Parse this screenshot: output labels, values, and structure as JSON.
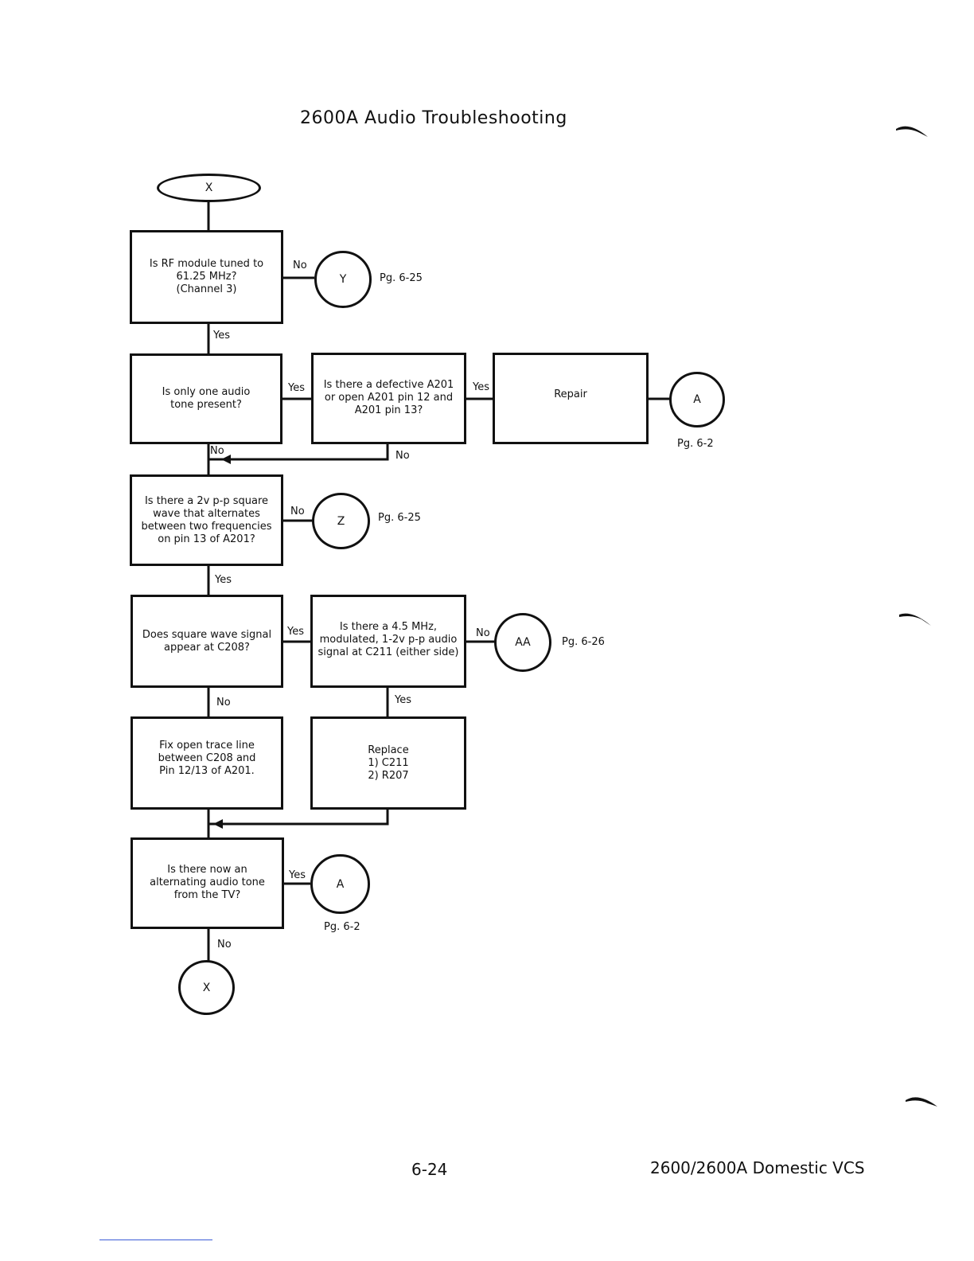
{
  "title": "2600A Audio Troubleshooting",
  "start_oval": "X",
  "decisions": {
    "rf_tuned": "Is RF module tuned to\n61.25 MHz?\n(Channel 3)",
    "one_tone": "Is only one audio\ntone present?",
    "defective_a201": "Is there a defective A201\nor open A201 pin 12 and\nA201 pin 13?",
    "square_wave": "Is there a 2v p-p square\nwave that alternates\nbetween two frequencies\non pin 13 of A201?",
    "square_at_c208": "Does square wave signal\nappear at C208?",
    "mhz_signal": "Is there a 4.5 MHz,\nmodulated, 1-2v p-p audio\nsignal at C211 (either side)",
    "tone_now": "Is there now an\nalternating audio tone\nfrom the TV?"
  },
  "actions": {
    "repair": "Repair",
    "fix_trace": "Fix open trace line\nbetween C208 and\nPin 12/13 of A201.",
    "replace": "Replace\n1) C211\n2) R207"
  },
  "connectors": {
    "y": "Y",
    "a_top": "A",
    "z": "Z",
    "aa": "AA",
    "a_bottom": "A",
    "x_end": "X"
  },
  "page_refs": {
    "y": "Pg. 6-25",
    "a_top": "Pg. 6-2",
    "z": "Pg. 6-25",
    "aa": "Pg. 6-26",
    "a_bottom": "Pg. 6-2"
  },
  "labels": {
    "rf_no": "No",
    "rf_yes": "Yes",
    "tone_yes": "Yes",
    "tone_no": "No",
    "a201_yes": "Yes",
    "a201_no": "No",
    "sq_no": "No",
    "sq_yes": "Yes",
    "c208_yes": "Yes",
    "c208_no": "No",
    "mhz_no": "No",
    "mhz_yes": "Yes",
    "tv_yes": "Yes",
    "tv_no": "No"
  },
  "footer": {
    "page_number": "6-24",
    "doc_title": "2600/2600A Domestic VCS"
  }
}
